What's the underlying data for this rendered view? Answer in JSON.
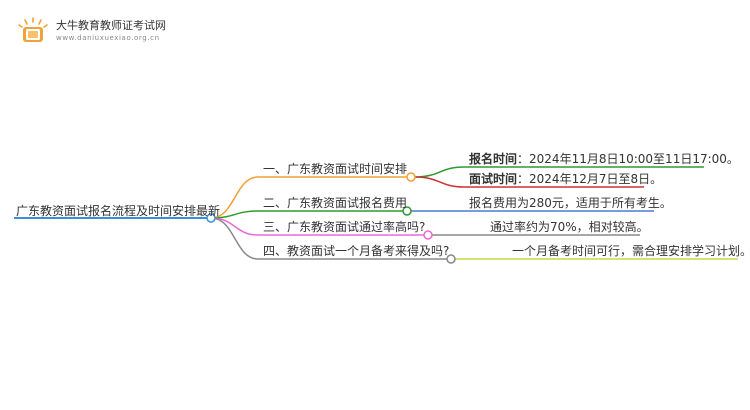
{
  "header": {
    "site_name": "大牛教育教师证考试网",
    "site_url": "www.daniuxuexiao.org.cn"
  },
  "mindmap": {
    "root": "广东教资面试报名流程及时间安排最新",
    "branches": [
      {
        "label": "一、广东教资面试时间安排",
        "color": "#f0a030",
        "children": [
          {
            "key": "报名时间",
            "sep": "：",
            "value": "2024年11月8日10:00至11日17:00。",
            "color": "#2e9a2e"
          },
          {
            "key": "面试时间",
            "sep": "：",
            "value": "2024年12月7日至8日。",
            "color": "#d03030"
          }
        ]
      },
      {
        "label": "二、广东教资面试报名费用",
        "color": "#2e9a2e",
        "children": [
          {
            "value": "报名费用为280元，适用于所有考生。",
            "color": "#4a7bd4"
          }
        ]
      },
      {
        "label": "三、广东教资面试通过率高吗?",
        "color": "#e86ad8",
        "children": [
          {
            "value": "通过率约为70%，相对较高。",
            "color": "#888888"
          }
        ]
      },
      {
        "label": "四、教资面试一个月备考来得及吗?",
        "color": "#888888",
        "children": [
          {
            "value": "一个月备考时间可行，需合理安排学习计划。",
            "color": "#c8d84a"
          }
        ]
      }
    ],
    "root_color": "#3a8fd8"
  }
}
